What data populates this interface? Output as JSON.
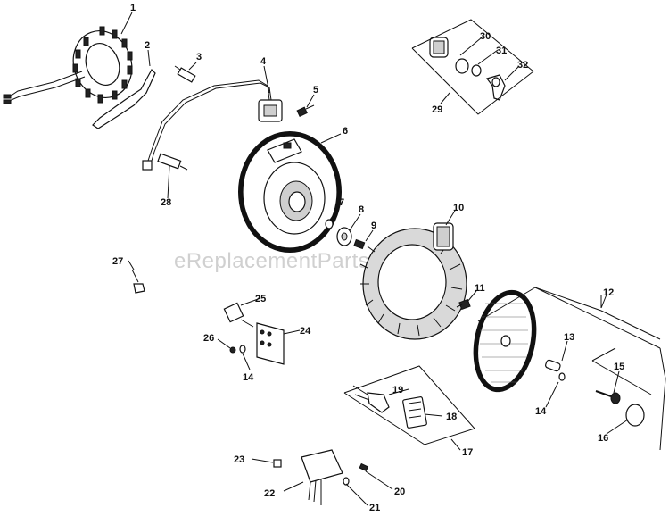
{
  "watermark": "eReplacementParts.com",
  "callouts": {
    "c1": "1",
    "c2": "2",
    "c3": "3",
    "c4": "4",
    "c5": "5",
    "c6": "6",
    "c7": "7",
    "c8": "8",
    "c9": "9",
    "c10": "10",
    "c11": "11",
    "c12": "12",
    "c13": "13",
    "c14a": "14",
    "c14b": "14",
    "c15": "15",
    "c16": "16",
    "c17": "17",
    "c18": "18",
    "c19": "19",
    "c20": "20",
    "c21": "21",
    "c22": "22",
    "c23": "23",
    "c24": "24",
    "c25": "25",
    "c26": "26",
    "c27": "27",
    "c28": "28",
    "c29": "29",
    "c30": "30",
    "c31": "31",
    "c32": "32"
  }
}
